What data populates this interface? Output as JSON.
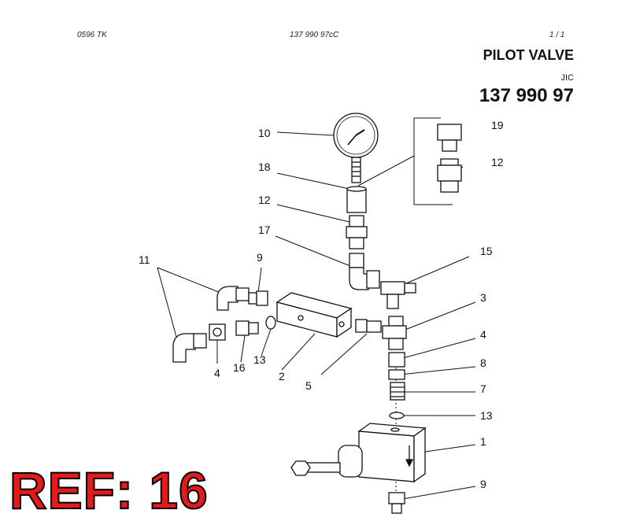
{
  "header": {
    "left_code": "0596 TK",
    "center_code": "137 990 97cC",
    "page": "1 / 1",
    "title": "PILOT VALVE",
    "subtitle": "JIC",
    "part_number": "137 990 97"
  },
  "callouts": {
    "c10": "10",
    "c18": "18",
    "c12a": "12",
    "c17": "17",
    "c19": "19",
    "c12b": "12",
    "c15": "15",
    "c11": "11",
    "c9a": "9",
    "c3": "3",
    "c4a": "4",
    "c8": "8",
    "c7": "7",
    "c13b": "13",
    "c1": "1",
    "c9b": "9",
    "c4b": "4",
    "c16": "16",
    "c13a": "13",
    "c2": "2",
    "c5": "5"
  },
  "ref_label": "REF: 16",
  "colors": {
    "ref": "#e51b1b",
    "line": "#111111"
  }
}
